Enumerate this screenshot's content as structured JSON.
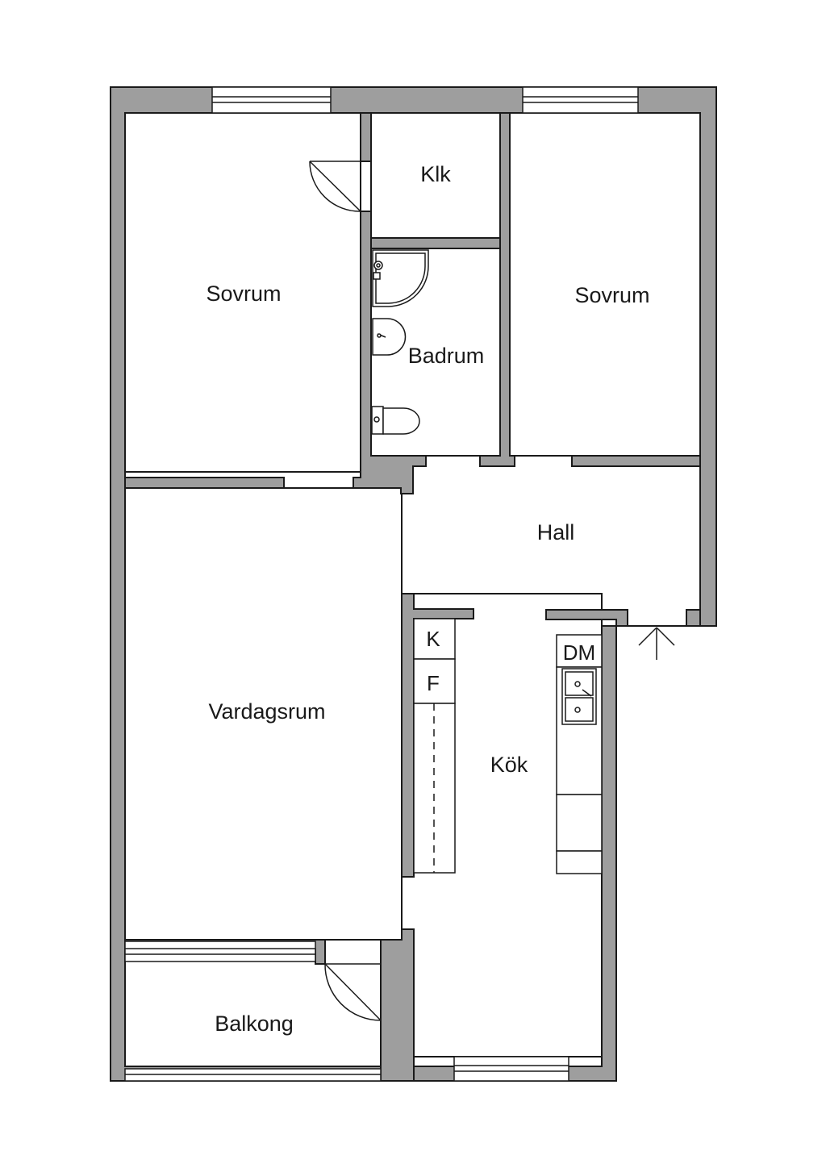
{
  "rooms": {
    "sovrum_left": "Sovrum",
    "klk": "Klk",
    "badrum": "Badrum",
    "sovrum_right": "Sovrum",
    "hall": "Hall",
    "vardagsrum": "Vardagsrum",
    "kok": "Kök",
    "balkong": "Balkong"
  },
  "fixtures": {
    "kyl": "K",
    "frys": "F",
    "diskmaskin": "DM"
  },
  "colors": {
    "wall": "#9e9e9e",
    "line": "#1a1a1a",
    "background": "#ffffff"
  }
}
